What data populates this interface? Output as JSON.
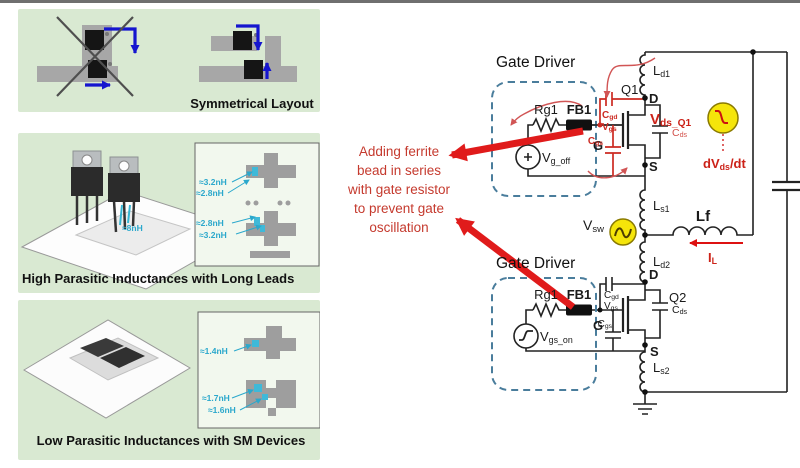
{
  "panels": {
    "symmetrical": {
      "caption": "Symmetrical Layout"
    },
    "high": {
      "caption": "High Parasitic Inductances with Long Leads",
      "lead_label": "≈8nH",
      "inset_values": [
        "≈3.2nH",
        "≈2.8nH",
        "≈2.8nH",
        "≈3.2nH"
      ]
    },
    "low": {
      "caption": "Low Parasitic Inductances with SM Devices",
      "inset_values": [
        "≈1.4nH",
        "≈1.7nH",
        "≈1.6nH"
      ]
    }
  },
  "annotation": {
    "text": "Adding ferrite\nbead in series\nwith gate resistor\nto prevent gate\noscillation"
  },
  "circuit": {
    "driver_top": {
      "title": "Gate Driver",
      "rg1": "Rg1",
      "fb1": "FB1",
      "g": "G",
      "vsrc_main": "V",
      "vsrc_sub": "g_off"
    },
    "driver_bot": {
      "title": "Gate Driver",
      "rg1": "Rg1",
      "fb1": "FB1",
      "g": "G",
      "vsrc_main": "V",
      "vsrc_sub": "gs_on"
    },
    "q1": {
      "name": "Q1",
      "d": "D",
      "s": "S",
      "cgd_main": "C",
      "cgd_sub": "gd",
      "vgs_main": "V",
      "vgs_sub": "gs",
      "cgs_main": "C",
      "cgs_sub": "gs",
      "cds_main": "C",
      "cds_sub": "ds"
    },
    "q2": {
      "name": "Q2",
      "d": "D",
      "s": "S",
      "cgd_main": "C",
      "cgd_sub": "gd",
      "vgs_main": "V",
      "vgs_sub": "gs",
      "cgs_main": "C",
      "cgs_sub": "gs",
      "cds_main": "C",
      "cds_sub": "ds"
    },
    "inductors": {
      "ld1_main": "L",
      "ld1_sub": "d1",
      "ls1_main": "L",
      "ls1_sub": "s1",
      "ld2_main": "L",
      "ld2_sub": "d2",
      "ls2_main": "L",
      "ls2_sub": "s2",
      "lf": "Lf"
    },
    "vsw_main": "V",
    "vsw_sub": "sw",
    "vds_main": "V",
    "vds_sub": "ds_Q1",
    "dvdt_pre": "dV",
    "dvdt_sub": "ds",
    "dvdt_post": "/dt",
    "il_main": "I",
    "il_sub": "L"
  },
  "colors": {
    "panel_green": "#d9e9d2",
    "annotation_red": "#cc2a22",
    "cyan_label": "#2ba8cc",
    "driver_box_blue": "#4a7d9c",
    "waveform_yellow": "#f5e50a",
    "arrow_blue": "#1515cf"
  }
}
